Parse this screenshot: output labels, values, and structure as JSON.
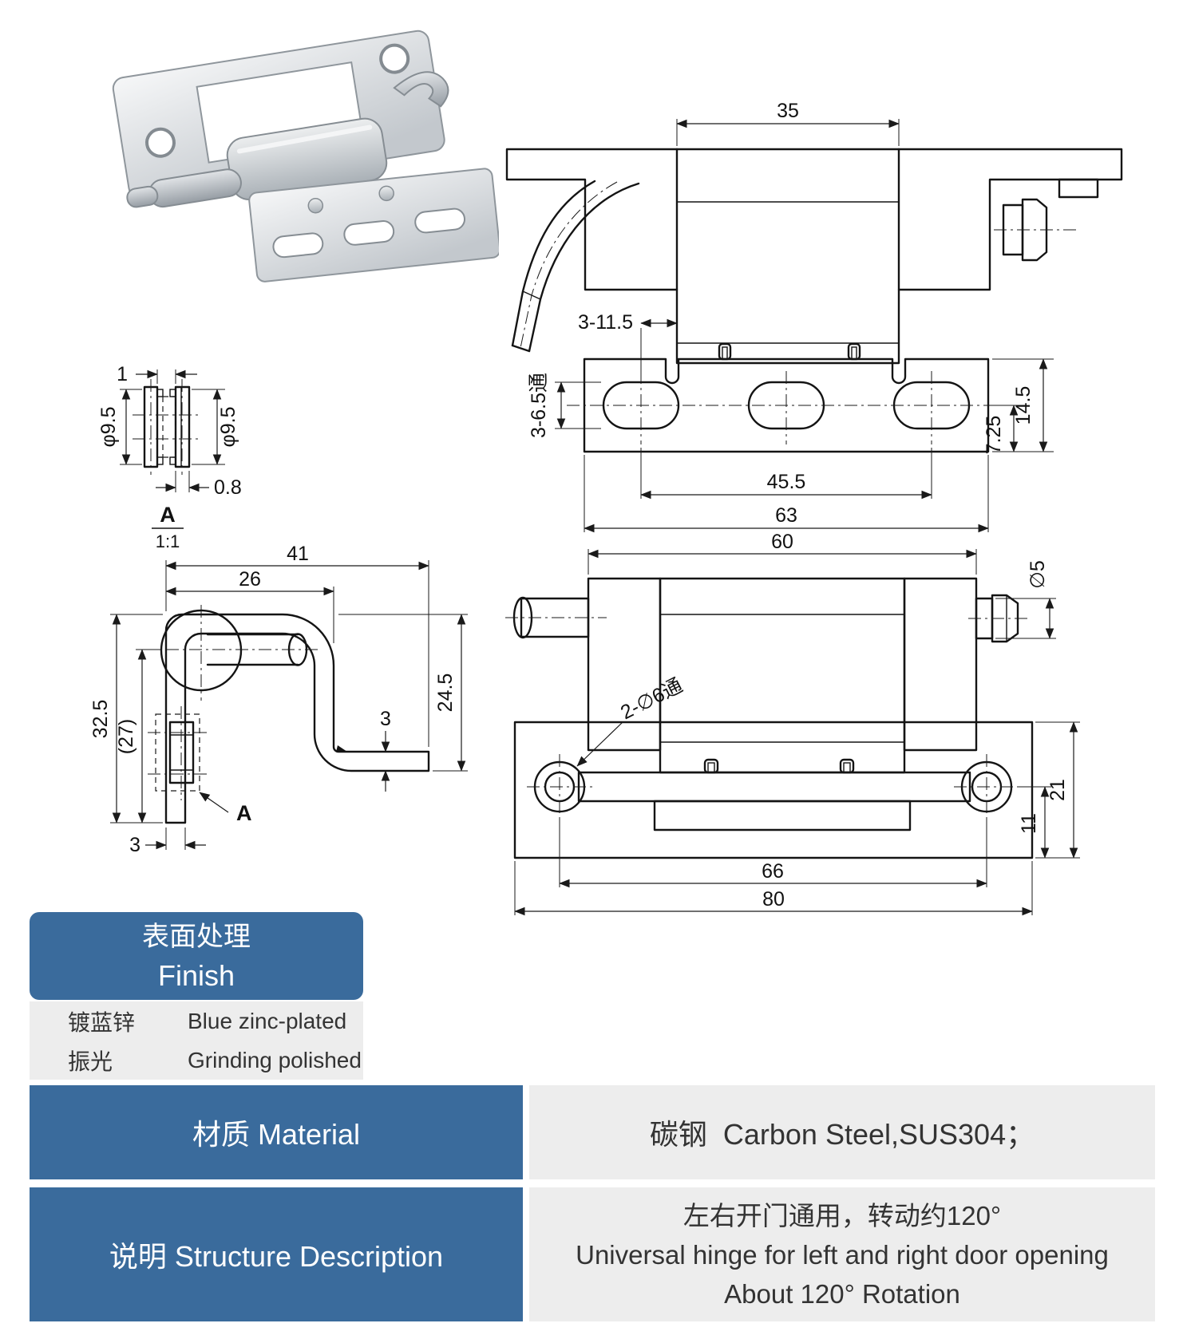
{
  "colors": {
    "header_blue": "#3a6b9c",
    "cell_gray": "#ededed",
    "line_black": "#141414"
  },
  "photo": {
    "description": "Blue zinc-plated concealed door hinge product photo"
  },
  "drawings": {
    "top_view": {
      "dim_35": "35",
      "dim_3_11_5": "3-11.5",
      "dim_3_6_5": "3-6.5通",
      "dim_45_5": "45.5",
      "dim_63": "63",
      "dim_7_25": "7.25",
      "dim_14_5": "14.5"
    },
    "detail_a": {
      "dim_1": "1",
      "dim_d_left": "φ9.5",
      "dim_d_right": "φ9.5",
      "dim_0_8": "0.8",
      "label": "A",
      "scale": "1:1"
    },
    "side_view": {
      "dim_41": "41",
      "dim_26": "26",
      "dim_32_5": "32.5",
      "dim_27": "(27)",
      "dim_24_5": "24.5",
      "dim_3_thk": "3",
      "dim_3_base": "3",
      "label_a": "A"
    },
    "front_view": {
      "dim_60": "60",
      "dim_phi5": "∅5",
      "dim_2_phi6": "2-∅6通",
      "dim_21": "21",
      "dim_11": "11",
      "dim_66": "66",
      "dim_80": "80"
    }
  },
  "spec_table": {
    "finish": {
      "title_zh": "表面处理",
      "title_en": "Finish",
      "rows": [
        {
          "zh": "镀蓝锌",
          "en": "Blue zinc-plated"
        },
        {
          "zh": "振光",
          "en": "Grinding polished"
        }
      ]
    },
    "material": {
      "label": "材质 Material",
      "value": "碳钢  Carbon Steel,SUS304；"
    },
    "description": {
      "label": "说明 Structure Description",
      "lines": [
        "左右开门通用，转动约120°",
        "Universal hinge for left and right door opening",
        "About 120° Rotation"
      ]
    }
  }
}
